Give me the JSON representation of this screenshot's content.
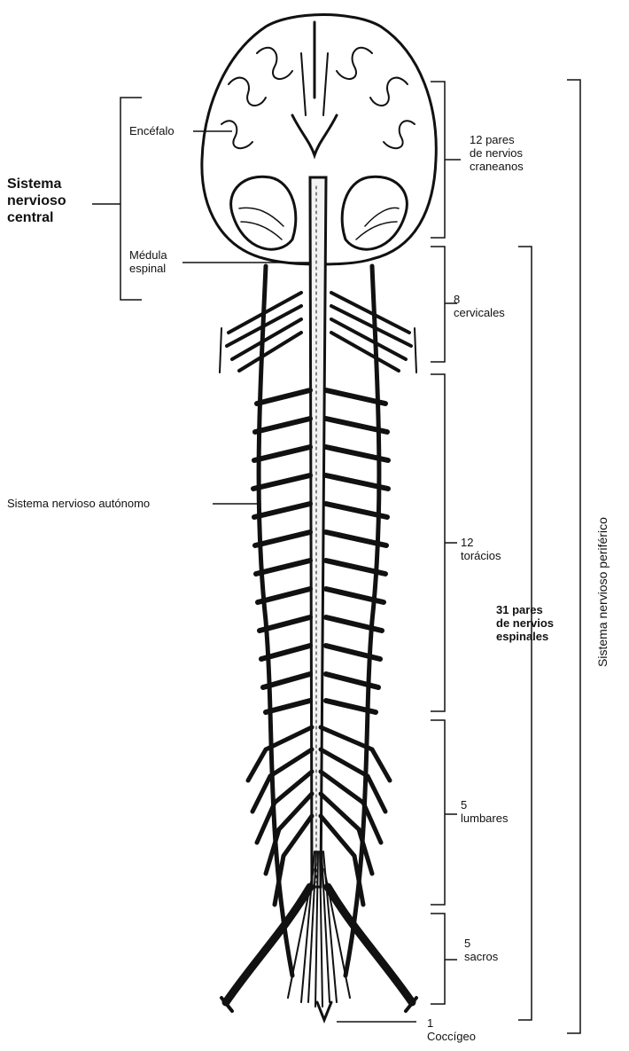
{
  "figure": {
    "central_system": {
      "heading_line1": "Sistema",
      "heading_line2": "nervioso",
      "heading_line3": "central",
      "brain": "Encéfalo",
      "spinal_cord_line1": "Médula",
      "spinal_cord_line2": "espinal"
    },
    "autonomic": "Sistema nervioso autónomo",
    "cranial": {
      "line1": "12 pares",
      "line2": "de nervios",
      "line3": "craneanos"
    },
    "cervical": {
      "count": "8",
      "name": "cervicales"
    },
    "thoracic": {
      "count": "12",
      "name": "torácios"
    },
    "lumbar": {
      "count": "5",
      "name": "lumbares"
    },
    "sacral": {
      "count": "5",
      "name": "sacros"
    },
    "coccygeal": {
      "count": "1",
      "name": "Coccígeo"
    },
    "spinal_total": {
      "line1": "31 pares",
      "line2": "de nervios",
      "line3": "espinales"
    },
    "peripheral": {
      "line1": "Sistema nervioso",
      "line2": "periférico"
    }
  }
}
